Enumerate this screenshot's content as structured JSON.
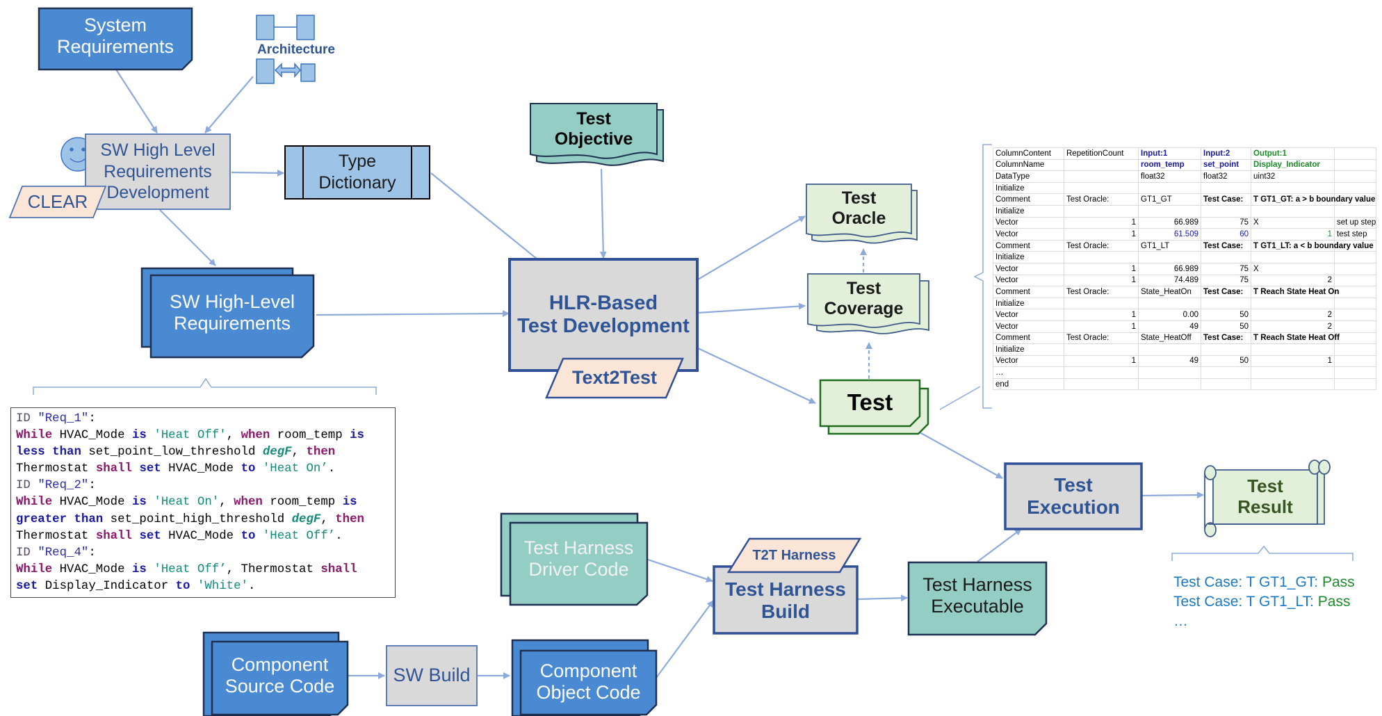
{
  "nodes": {
    "system_requirements": "System\nRequirements",
    "architecture": "Architecture",
    "sw_hlr_development": "SW High Level\nRequirements\nDevelopment",
    "clear": "CLEAR",
    "type_dictionary": "Type\nDictionary",
    "sw_high_level_requirements": "SW High-Level\nRequirements",
    "test_objective": "Test\nObjective",
    "hlr_test_development": "HLR-Based\nTest Development",
    "text2test": "Text2Test",
    "test_oracle": "Test\nOracle",
    "test_coverage": "Test\nCoverage",
    "test": "Test",
    "test_execution": "Test\nExecution",
    "test_result": "Test\nResult",
    "test_harness_driver_code": "Test Harness\nDriver Code",
    "t2t_harness": "T2T Harness",
    "test_harness_build": "Test Harness\nBuild",
    "test_harness_executable": "Test Harness\nExecutable",
    "component_source_code": "Component\nSource Code",
    "sw_build": "SW Build",
    "component_object_code": "Component\nObject Code"
  },
  "requirements_code": [
    [
      [
        "id",
        "ID "
      ],
      [
        "q",
        "\"Req_1\""
      ],
      [
        "tx",
        ":"
      ]
    ],
    [
      [
        "kw",
        "While"
      ],
      [
        "tx",
        " HVAC_Mode "
      ],
      [
        "op",
        "is"
      ],
      [
        "tx",
        " "
      ],
      [
        "str",
        "'Heat Off'"
      ],
      [
        "tx",
        ", "
      ],
      [
        "kw",
        "when"
      ],
      [
        "tx",
        " room_temp "
      ],
      [
        "op",
        "is"
      ]
    ],
    [
      [
        "op",
        "less than"
      ],
      [
        "tx",
        " set_point_low_threshold "
      ],
      [
        "it",
        "degF"
      ],
      [
        "tx",
        ", "
      ],
      [
        "kw",
        "then"
      ]
    ],
    [
      [
        "tx",
        "Thermostat "
      ],
      [
        "kw",
        "shall"
      ],
      [
        "tx",
        " "
      ],
      [
        "op",
        "set"
      ],
      [
        "tx",
        " HVAC_Mode "
      ],
      [
        "op",
        "to"
      ],
      [
        "tx",
        " "
      ],
      [
        "str",
        "'Heat On’"
      ],
      [
        "tx",
        "."
      ]
    ],
    [
      [
        "id",
        "ID "
      ],
      [
        "q",
        "\"Req_2\""
      ],
      [
        "tx",
        ":"
      ]
    ],
    [
      [
        "kw",
        "While"
      ],
      [
        "tx",
        " HVAC_Mode "
      ],
      [
        "op",
        "is"
      ],
      [
        "tx",
        " "
      ],
      [
        "str",
        "'Heat On'"
      ],
      [
        "tx",
        ", "
      ],
      [
        "kw",
        "when"
      ],
      [
        "tx",
        " room_temp "
      ],
      [
        "op",
        "is"
      ]
    ],
    [
      [
        "op",
        "greater than"
      ],
      [
        "tx",
        " set_point_high_threshold "
      ],
      [
        "it",
        "degF"
      ],
      [
        "tx",
        ", "
      ],
      [
        "kw",
        "then"
      ]
    ],
    [
      [
        "tx",
        "Thermostat "
      ],
      [
        "kw",
        "shall"
      ],
      [
        "tx",
        " "
      ],
      [
        "op",
        "set"
      ],
      [
        "tx",
        " HVAC_Mode "
      ],
      [
        "op",
        "to"
      ],
      [
        "tx",
        " "
      ],
      [
        "str",
        "'Heat Off’"
      ],
      [
        "tx",
        "."
      ]
    ],
    [
      [
        "id",
        "ID "
      ],
      [
        "q",
        "\"Req_4\""
      ],
      [
        "tx",
        ":"
      ]
    ],
    [
      [
        "kw",
        "While"
      ],
      [
        "tx",
        " HVAC_Mode "
      ],
      [
        "op",
        "is"
      ],
      [
        "tx",
        " "
      ],
      [
        "str",
        "'Heat Off’"
      ],
      [
        "tx",
        ", Thermostat "
      ],
      [
        "kw",
        "shall"
      ]
    ],
    [
      [
        "op",
        "set"
      ],
      [
        "tx",
        " Display_Indicator "
      ],
      [
        "op",
        "to"
      ],
      [
        "tx",
        " "
      ],
      [
        "str",
        "'White'"
      ],
      [
        "tx",
        "."
      ]
    ]
  ],
  "test_table": {
    "rows": [
      [
        "ColumnContent",
        "RepetitionCount",
        "Input:1",
        "Input:2",
        "Output:1",
        ""
      ],
      [
        "ColumnName",
        "",
        "room_temp",
        "set_point",
        "Display_Indicator",
        ""
      ],
      [
        "DataType",
        "",
        "float32",
        "float32",
        "uint32",
        ""
      ],
      [
        "Initialize",
        "",
        "",
        "",
        "",
        ""
      ],
      [
        "Comment",
        "Test Oracle:",
        "GT1_GT",
        "Test Case:",
        "T GT1_GT: a > b boundary value",
        ""
      ],
      [
        "Initialize",
        "",
        "",
        "",
        "",
        ""
      ],
      [
        "Vector",
        "1",
        "66.989",
        "75",
        "X",
        "set up step"
      ],
      [
        "Vector",
        "1",
        "61.509",
        "60",
        "1",
        "test step"
      ],
      [
        "Comment",
        "Test Oracle:",
        "GT1_LT",
        "Test Case:",
        "T GT1_LT: a < b boundary value",
        ""
      ],
      [
        "Initialize",
        "",
        "",
        "",
        "",
        ""
      ],
      [
        "Vector",
        "1",
        "66.989",
        "75",
        "X",
        ""
      ],
      [
        "Vector",
        "1",
        "74.489",
        "75",
        "2",
        ""
      ],
      [
        "Comment",
        "Test Oracle:",
        "State_HeatOn",
        "Test Case:",
        "T Reach State Heat On",
        ""
      ],
      [
        "Initialize",
        "",
        "",
        "",
        "",
        ""
      ],
      [
        "Vector",
        "1",
        "0.00",
        "50",
        "2",
        ""
      ],
      [
        "Vector",
        "1",
        "49",
        "50",
        "2",
        ""
      ],
      [
        "Comment",
        "Test Oracle:",
        "State_HeatOff",
        "Test Case:",
        "T Reach State Heat Off",
        ""
      ],
      [
        "Initialize",
        "",
        "",
        "",
        "",
        ""
      ],
      [
        "Vector",
        "1",
        "49",
        "50",
        "1",
        ""
      ],
      [
        "…",
        "",
        "",
        "",
        "",
        ""
      ],
      [
        "end",
        "",
        "",
        "",
        "",
        ""
      ]
    ]
  },
  "results": [
    {
      "label": "Test Case: T GT1_GT: ",
      "status": "Pass"
    },
    {
      "label": "Test Case: T GT1_LT: ",
      "status": "Pass"
    },
    {
      "label": "…",
      "status": ""
    }
  ]
}
